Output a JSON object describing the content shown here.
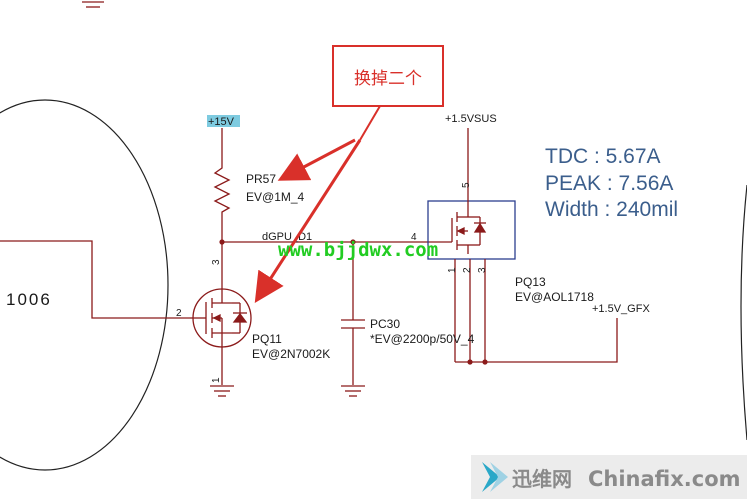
{
  "callout": {
    "text": "换掉二个"
  },
  "rails": {
    "left_supply": "+15V",
    "right_supply": "+1.5VSUS",
    "output": "+1.5V_GFX"
  },
  "net_label": "dGPU_D1",
  "left_block_label": "1006",
  "components": {
    "pr57": {
      "ref": "PR57",
      "value": "EV@1M_4"
    },
    "pq11": {
      "ref": "PQ11",
      "value": "EV@2N7002K",
      "pins": {
        "gate": "2",
        "drain": "3",
        "source": "1"
      }
    },
    "pc30": {
      "ref": "PC30",
      "value": "*EV@2200p/50V_4"
    },
    "pq13": {
      "ref": "PQ13",
      "value": "EV@AOL1718",
      "pins": {
        "gate": "4",
        "top": "5",
        "bottom": [
          "1",
          "2",
          "3"
        ]
      }
    }
  },
  "specs": {
    "tdc": "TDC : 5.67A",
    "peak": "PEAK : 7.56A",
    "width": "Width : 240mil"
  },
  "watermark": {
    "center": "www.bjjdwx.com",
    "logo_cn": "迅维网",
    "logo_en": "Chinafix.com"
  },
  "colors": {
    "wire": "#8b1a1a",
    "callout": "#d9302a",
    "spec_text": "#3b5e8c",
    "watermark_green": "#22cc22",
    "rail_highlight": "#7ecbe0"
  }
}
